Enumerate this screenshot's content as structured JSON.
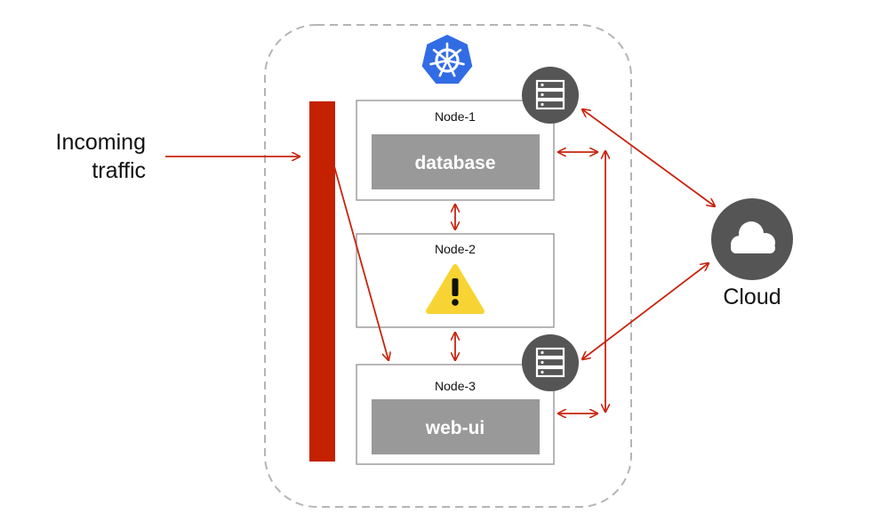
{
  "incoming": {
    "line1": "Incoming",
    "line2": "traffic"
  },
  "cluster": {
    "logo_icon": "kubernetes-helm-icon"
  },
  "nodes": [
    {
      "label": "Node-1",
      "app": "database",
      "has_storage": true
    },
    {
      "label": "Node-2",
      "status_icon": "warning-icon"
    },
    {
      "label": "Node-3",
      "app": "web-ui",
      "has_storage": true
    }
  ],
  "cloud": {
    "label": "Cloud",
    "icon": "cloud-icon"
  },
  "colors": {
    "arrow": "#c8240e",
    "load_balancer": "#c42100",
    "app_box": "#999999",
    "k8s_blue": "#326ce5",
    "icon_dark": "#555555",
    "warning": "#f7d433",
    "dashed_border": "#b5b5b5"
  }
}
